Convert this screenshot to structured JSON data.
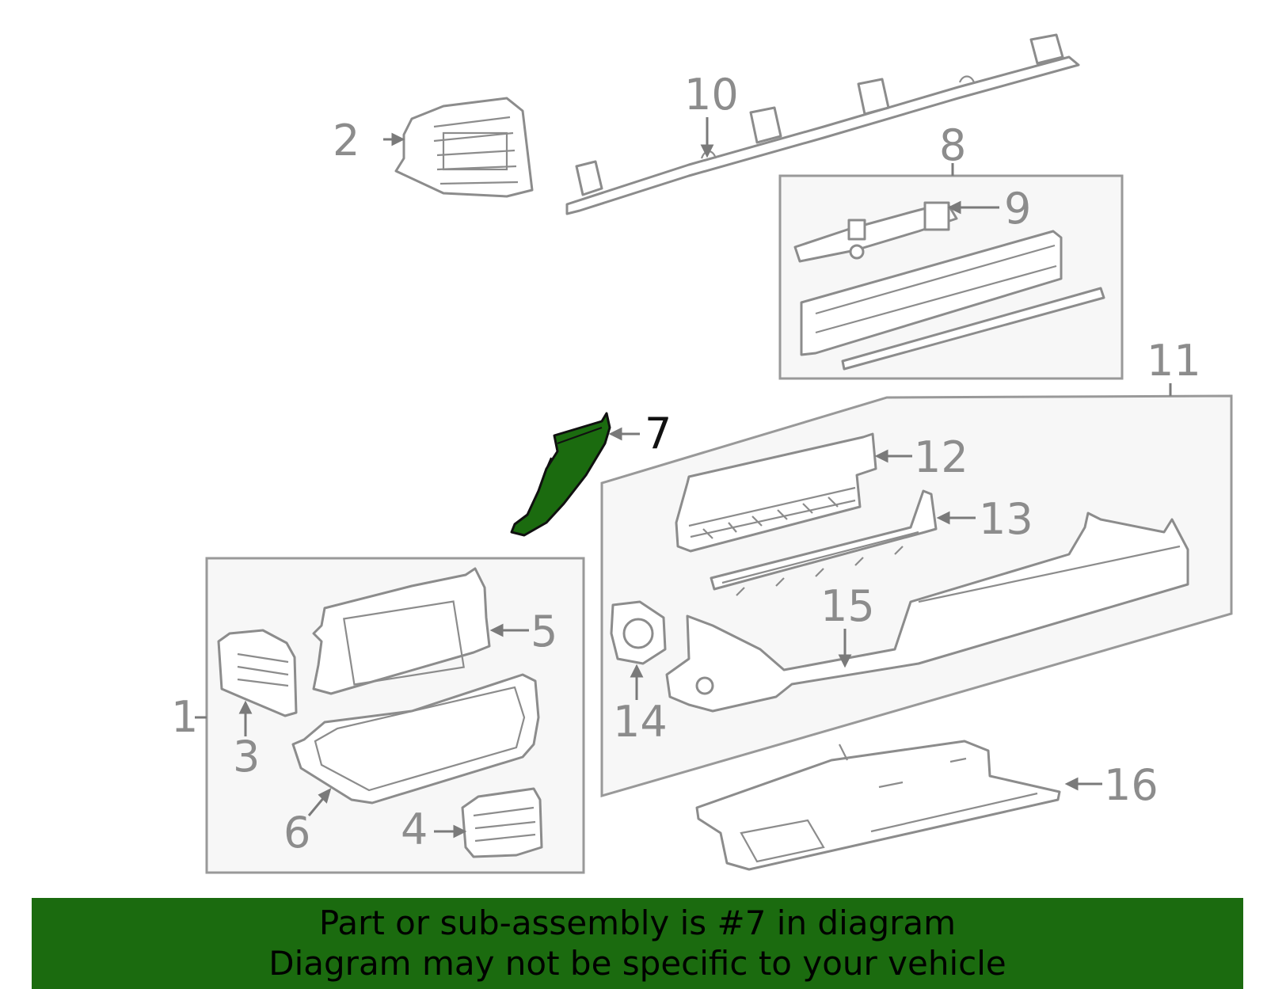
{
  "callouts": {
    "c1": "1",
    "c2": "2",
    "c3": "3",
    "c4": "4",
    "c5": "5",
    "c6": "6",
    "c7": "7",
    "c8": "8",
    "c9": "9",
    "c10": "10",
    "c11": "11",
    "c12": "12",
    "c13": "13",
    "c14": "14",
    "c15": "15",
    "c16": "16"
  },
  "highlighted_part": "7",
  "colors": {
    "highlight": "#1b6b0f",
    "banner_background": "#1b6b0f",
    "line_art": "#8c8c8c",
    "group_box_fill": "#f7f7f7"
  },
  "banner": {
    "line1": "Part or sub-assembly is #7 in diagram",
    "line2": "Diagram may not be specific to your vehicle"
  }
}
